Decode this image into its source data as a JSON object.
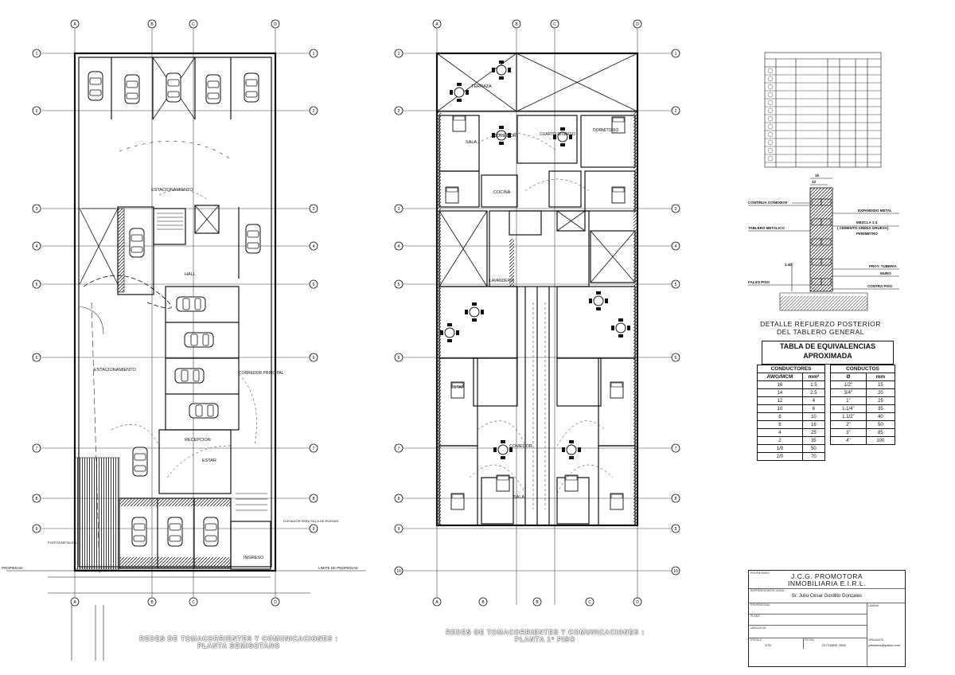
{
  "grid": {
    "left_cols": [
      "A",
      "B",
      "C",
      "D"
    ],
    "right_cols": [
      "A",
      "B",
      "B",
      "C",
      "D"
    ],
    "rows": [
      "1",
      "2",
      "3",
      "4",
      "5",
      "6",
      "7",
      "8",
      "9",
      "10"
    ]
  },
  "plan_left": {
    "title_line1": "REDES DE TOMACORRIENTES Y COMUNICACIONES :",
    "title_line2": "PLANTA SEMISOTANO",
    "labels": {
      "estacionamiento_top": "ESTACIONAMIENTO",
      "estacionamiento_mid": "ESTACIONAMIENTO",
      "hall": "HALL",
      "corredor": "CORREDOR PRINCIPAL",
      "recepcion": "RECEPCION",
      "estar": "ESTAR",
      "ingreso": "INGRESO",
      "elevador": "ELEVADOR PARA SILLA DE RUEDAS",
      "puerta_metalica": "PUERTA METALICA",
      "propiedad_left": "PROPIEDAD",
      "limite_propiedad": "LIMITE DE PROPIEDAD"
    }
  },
  "plan_right": {
    "title_line1": "REDES DE TOMACORRIENTES Y COMUNICACIONES :",
    "title_line2": "PLANTA 1º PISO",
    "labels": {
      "terraza": "TERRAZA",
      "sala": "SALA",
      "comedor": "COMEDOR",
      "cuarto_diverso": "CUARTO DIVERSO",
      "dormitorio": "DORMITORIO",
      "cocina": "COCINA",
      "lavanderia": "LAVANDERIA",
      "estar": "ESTAR",
      "sala_b": "SALA",
      "comedor_b": "COMEDOR"
    }
  },
  "detail": {
    "caption_line1": "DETALLE REFUERZO POSTERIOR",
    "caption_line2": "DEL TABLERO GENERAL",
    "labels": {
      "continua": "CONTINUA CONEXION",
      "tablero": "TABLERO METALICO",
      "expandido": "EXPANDIDO METAL",
      "mezcla": "MEZCLA 1:4",
      "cemento": "( CEMENTO:ARENA GRUESA)",
      "perimetro": "PERIMETRO",
      "proy": "PROY. TUBERIA",
      "muro": "MURO",
      "contra_piso": "CONTRA PISO",
      "falso_piso": "FALSO PISO",
      "dim_15": "15",
      "dim_10": "10",
      "dim_140": "1.40"
    }
  },
  "equivalencias": {
    "title_line1": "TABLA DE EQUIVALENCIAS",
    "title_line2": "APROXIMADA",
    "conductores_header": "CONDUCTORES",
    "conductos_header": "CONDUCTOS",
    "col_awg": "AWG/MCM",
    "col_mm2": "mm²",
    "col_diam": "Ø",
    "col_mm": "mm",
    "conductores": [
      [
        "16",
        "1.5"
      ],
      [
        "14",
        "2.5"
      ],
      [
        "12",
        "4"
      ],
      [
        "10",
        "6"
      ],
      [
        "8",
        "10"
      ],
      [
        "6",
        "16"
      ],
      [
        "4",
        "25"
      ],
      [
        "2",
        "35"
      ],
      [
        "1/0",
        "50"
      ],
      [
        "2/0",
        "70"
      ]
    ],
    "conductos": [
      [
        "1/2\"",
        "15"
      ],
      [
        "3/4\"",
        "20"
      ],
      [
        "1\"",
        "25"
      ],
      [
        "1.1/4\"",
        "35"
      ],
      [
        "1.1/2\"",
        "40"
      ],
      [
        "2\"",
        "50"
      ],
      [
        "3\"",
        "85"
      ],
      [
        "4\"",
        "100"
      ]
    ]
  },
  "title_block": {
    "lbl_propietario": "PROPIETARIO",
    "company_line1": "J.C.G. PROMOTORA",
    "company_line2": "INMOBILIARIA E.I.R.L.",
    "lbl_representante": "REPRESENTANTE LEGAL",
    "representante": "Sr. Julio César Gordillo Gonzales",
    "lbl_profesional": "PROFESIONAL",
    "lbl_plano": "PLANO",
    "lbl_ubicacion": "UBICACION",
    "lbl_lamina": "LAMINA",
    "lbl_escala": "ESCALA",
    "escala": "1/75",
    "lbl_fecha": "FECHA",
    "fecha": "OCTUBRE 2008",
    "lbl_dibujante": "DIBUJANTE",
    "dibujante": "jcrtestera@yahoo.com"
  }
}
